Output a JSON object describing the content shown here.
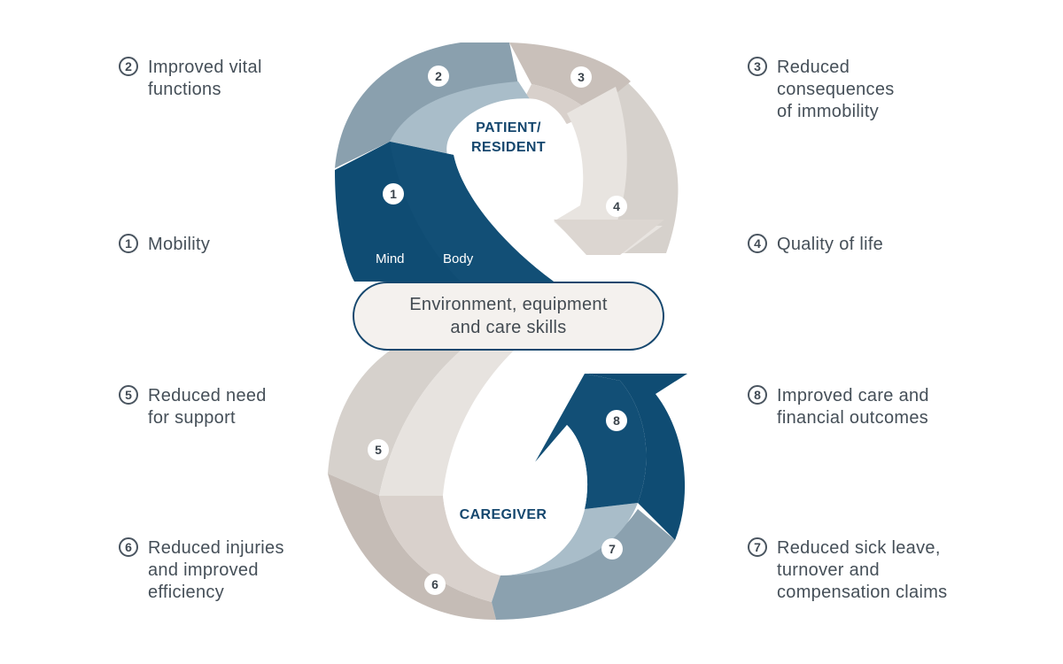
{
  "colors": {
    "dark_blue": "#0f4c73",
    "mid_blue": "#7f98a8",
    "light_blue": "#a8bcc8",
    "warm_grey": "#d4ccc6",
    "light_grey": "#e4e0dc",
    "pale": "#efece8",
    "outline": "#15476e"
  },
  "labels": {
    "item1": {
      "num": "1",
      "text": "Mobility"
    },
    "item2": {
      "num": "2",
      "text": "Improved vital\nfunctions"
    },
    "item3": {
      "num": "3",
      "text": "Reduced\nconsequences\nof immobility"
    },
    "item4": {
      "num": "4",
      "text": "Quality of life"
    },
    "item5": {
      "num": "5",
      "text": "Reduced need\nfor support"
    },
    "item6": {
      "num": "6",
      "text": "Reduced injuries\nand improved\nefficiency"
    },
    "item7": {
      "num": "7",
      "text": "Reduced sick leave,\nturnover and\ncompensation claims"
    },
    "item8": {
      "num": "8",
      "text": "Improved care and\nfinancial outcomes"
    }
  },
  "diagram": {
    "top_label": "PATIENT/\nRESIDENT",
    "bottom_label": "CAREGIVER",
    "center_box": "Environment, equipment\nand care skills",
    "mind_label": "Mind",
    "body_label": "Body",
    "markers": [
      "1",
      "2",
      "3",
      "4",
      "5",
      "6",
      "7",
      "8"
    ]
  }
}
